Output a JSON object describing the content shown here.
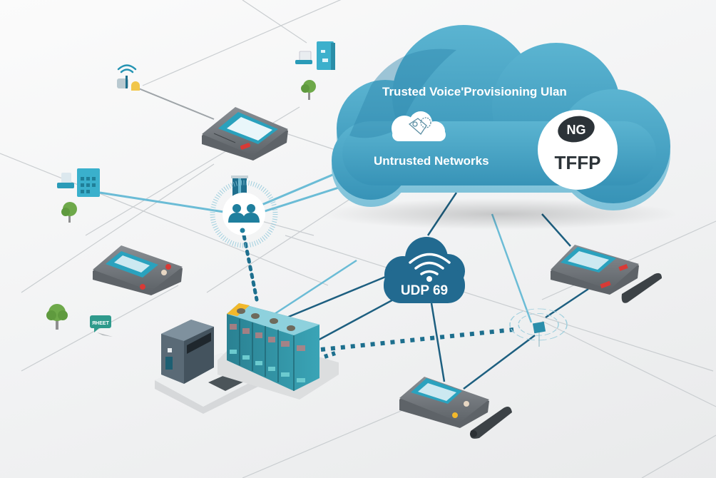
{
  "diagram": {
    "main_cloud": {
      "title": "Trusted  Voice'Provisioning Ulan",
      "subtitle": "Untrusted Networks",
      "badge_logo": "NG",
      "badge_label": "TFFP",
      "inner_icon": "cloud-settings-icon"
    },
    "udp_cloud": {
      "label": "UDP 69",
      "icon": "wifi-icon"
    },
    "chat_bubble": {
      "label": "ЯНЕЕТ"
    },
    "nodes": [
      {
        "id": "wifi-access-point",
        "icon": "wifi-router-icon"
      },
      {
        "id": "server-top-right",
        "icon": "server-box-icon"
      },
      {
        "id": "control-panel-top",
        "icon": "control-panel-icon"
      },
      {
        "id": "building-left",
        "icon": "office-building-icon"
      },
      {
        "id": "users-hub",
        "icon": "users-icon"
      },
      {
        "id": "terminal-left",
        "icon": "terminal-icon"
      },
      {
        "id": "server-rack",
        "icon": "server-rack-icon"
      },
      {
        "id": "printer-station",
        "icon": "printer-icon"
      },
      {
        "id": "terminal-right",
        "icon": "terminal-icon"
      },
      {
        "id": "terminal-bottom",
        "icon": "terminal-icon"
      },
      {
        "id": "switch-hub",
        "icon": "network-switch-icon"
      }
    ],
    "colors": {
      "cloud_main": "#4aa3c4",
      "cloud_dark": "#1f6f92",
      "udp_cloud": "#226a90",
      "link_dark": "#1d5f80",
      "link_light": "#6bbcd6",
      "device_teal": "#2f93a8",
      "device_gray": "#6f7479",
      "tree_green": "#6ea94a",
      "accent_red": "#d83a36",
      "accent_yellow": "#f2b82b"
    }
  }
}
